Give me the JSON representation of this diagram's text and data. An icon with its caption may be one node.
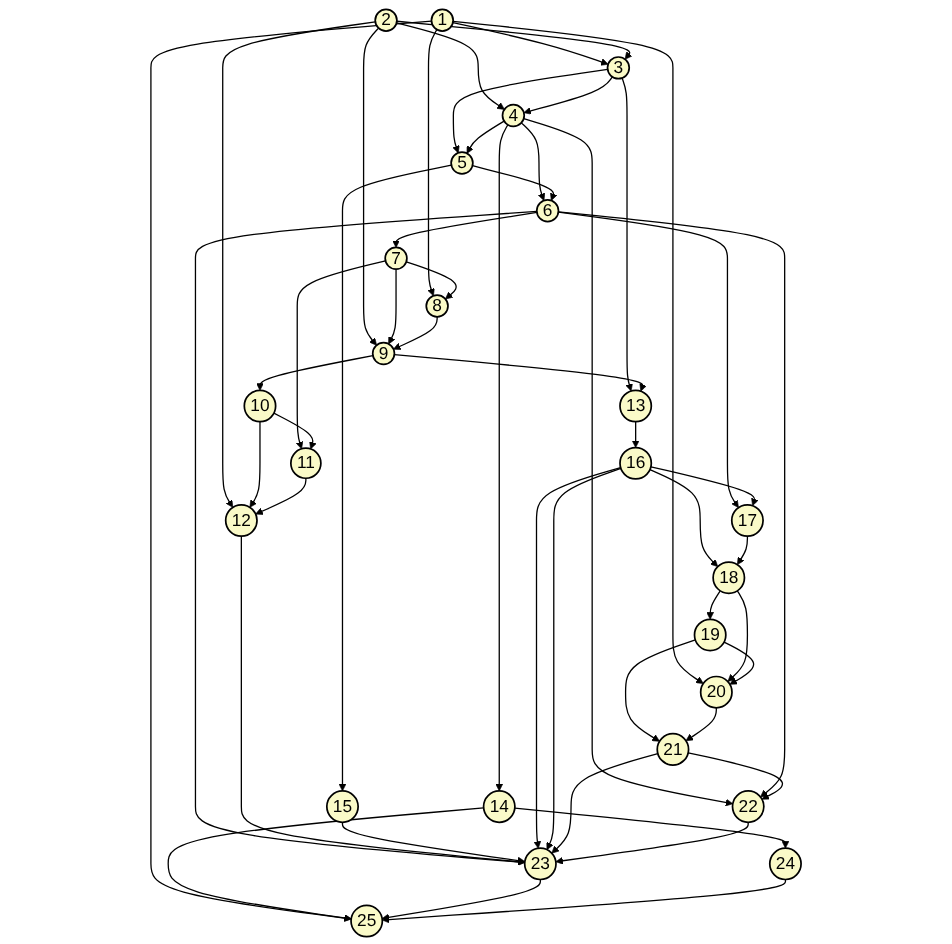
{
  "diagram": {
    "nodes": [
      {
        "text": [
          "1"
        ]
      },
      {
        "text": [
          "2"
        ]
      },
      {
        "text": [
          "3"
        ]
      },
      {
        "text": [
          "4"
        ]
      },
      {
        "text": [
          "5"
        ]
      },
      {
        "text": [
          "6"
        ]
      },
      {
        "text": [
          "7"
        ]
      },
      {
        "text": [
          "8"
        ]
      },
      {
        "text": [
          "9"
        ]
      },
      {
        "text": [
          "10"
        ]
      },
      {
        "text": [
          "11"
        ]
      },
      {
        "text": [
          "12"
        ]
      },
      {
        "text": [
          "13"
        ]
      },
      {
        "text": [
          "14"
        ]
      },
      {
        "text": [
          "15"
        ]
      },
      {
        "text": [
          "16"
        ]
      },
      {
        "text": [
          "17"
        ]
      },
      {
        "text": [
          "18"
        ]
      },
      {
        "text": [
          "19"
        ]
      },
      {
        "text": [
          "20"
        ]
      },
      {
        "text": [
          "21"
        ]
      },
      {
        "text": [
          "22"
        ]
      },
      {
        "text": [
          "23"
        ]
      },
      {
        "text": [
          "24"
        ]
      },
      {
        "text": [
          "25"
        ]
      }
    ],
    "edges": [
      {
        "from": 0,
        "to": 24,
        "arrow": "to"
      },
      {
        "from": 0,
        "to": 2,
        "arrow": "to"
      },
      {
        "from": 0,
        "to": 19,
        "arrow": "to"
      },
      {
        "from": 0,
        "to": 7,
        "arrow": "to"
      },
      {
        "from": 1,
        "to": 2,
        "arrow": "to"
      },
      {
        "from": 1,
        "to": 3,
        "arrow": "to"
      },
      {
        "from": 1,
        "to": 11,
        "arrow": "to"
      },
      {
        "from": 1,
        "to": 8,
        "arrow": "to"
      },
      {
        "from": 2,
        "to": 3,
        "arrow": "to"
      },
      {
        "from": 2,
        "to": 4,
        "arrow": "to"
      },
      {
        "from": 2,
        "to": 12,
        "arrow": "to"
      },
      {
        "from": 3,
        "to": 4,
        "arrow": "to"
      },
      {
        "from": 3,
        "to": 5,
        "arrow": "to"
      },
      {
        "from": 3,
        "to": 21,
        "arrow": "to"
      },
      {
        "from": 3,
        "to": 13,
        "arrow": "to"
      },
      {
        "from": 4,
        "to": 5,
        "arrow": "to"
      },
      {
        "from": 4,
        "to": 14,
        "arrow": "to"
      },
      {
        "from": 5,
        "to": 6,
        "arrow": "to"
      },
      {
        "from": 5,
        "to": 22,
        "arrow": "to"
      },
      {
        "from": 5,
        "to": 21,
        "arrow": "to"
      },
      {
        "from": 5,
        "to": 16,
        "arrow": "to"
      },
      {
        "from": 6,
        "to": 7,
        "arrow": "to"
      },
      {
        "from": 6,
        "to": 8,
        "arrow": "to"
      },
      {
        "from": 6,
        "to": 10,
        "arrow": "to"
      },
      {
        "from": 7,
        "to": 8,
        "arrow": "to"
      },
      {
        "from": 8,
        "to": 9,
        "arrow": "to"
      },
      {
        "from": 8,
        "to": 12,
        "arrow": "to"
      },
      {
        "from": 9,
        "to": 10,
        "arrow": "to"
      },
      {
        "from": 9,
        "to": 11,
        "arrow": "to"
      },
      {
        "from": 10,
        "to": 11,
        "arrow": "to"
      },
      {
        "from": 11,
        "to": 22,
        "arrow": "to"
      },
      {
        "from": 12,
        "to": 15,
        "arrow": "to"
      },
      {
        "from": 13,
        "to": 23,
        "arrow": "to"
      },
      {
        "from": 13,
        "to": 24,
        "arrow": "to"
      },
      {
        "from": 14,
        "to": 22,
        "arrow": "to"
      },
      {
        "from": 15,
        "to": 22,
        "arrow": "to"
      },
      {
        "from": 15,
        "to": 22,
        "arrow": "to"
      },
      {
        "from": 15,
        "to": 16,
        "arrow": "to"
      },
      {
        "from": 15,
        "to": 17,
        "arrow": "to"
      },
      {
        "from": 16,
        "to": 17,
        "arrow": "to"
      },
      {
        "from": 17,
        "to": 18,
        "arrow": "to"
      },
      {
        "from": 17,
        "to": 19,
        "arrow": "to"
      },
      {
        "from": 18,
        "to": 19,
        "arrow": "to"
      },
      {
        "from": 18,
        "to": 20,
        "arrow": "to"
      },
      {
        "from": 19,
        "to": 20,
        "arrow": "to"
      },
      {
        "from": 20,
        "to": 21,
        "arrow": "to"
      },
      {
        "from": 20,
        "to": 22,
        "arrow": "to"
      },
      {
        "from": 21,
        "to": 22,
        "arrow": "to"
      },
      {
        "from": 22,
        "to": 24,
        "arrow": "to"
      },
      {
        "from": 23,
        "to": 24,
        "arrow": "to"
      }
    ]
  }
}
